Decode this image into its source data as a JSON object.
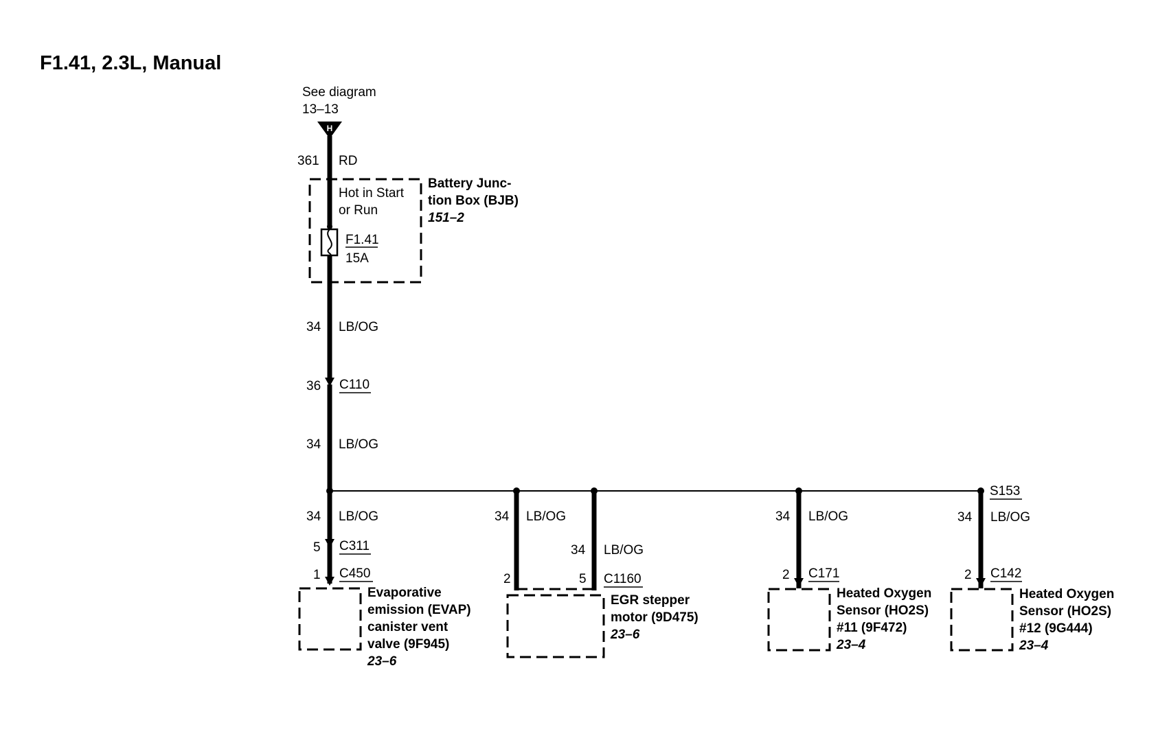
{
  "title": "F1.41, 2.3L, Manual",
  "source": {
    "ref_line1": "See diagram",
    "ref_line2": "13–13",
    "connector_letter": "H"
  },
  "feed_wire": {
    "circuit": "361",
    "color": "RD"
  },
  "bjb": {
    "name_line1": "Battery Junc-",
    "name_line2": "tion Box (BJB)",
    "page_ref": "151–2",
    "hot_line1": "Hot in Start",
    "hot_line2": "or Run",
    "fuse_id": "F1.41",
    "fuse_rating": "15A"
  },
  "main_wire_upper": {
    "circuit": "34",
    "color": "LB/OG"
  },
  "connector_c110": {
    "pin": "36",
    "name": "C110"
  },
  "main_wire_lower": {
    "circuit": "34",
    "color": "LB/OG"
  },
  "splice": {
    "name": "S153"
  },
  "branches": {
    "evap": {
      "circuit": "34",
      "color": "LB/OG",
      "c311_pin": "5",
      "c311_name": "C311",
      "pin": "1",
      "connector": "C450",
      "name_line1": "Evaporative",
      "name_line2": "emission (EVAP)",
      "name_line3": "canister vent",
      "name_line4": "valve (9F945)",
      "page_ref": "23–6"
    },
    "egr": {
      "circuit_a": "34",
      "color_a": "LB/OG",
      "circuit_b": "34",
      "color_b": "LB/OG",
      "pin_a": "2",
      "pin_b": "5",
      "connector": "C1160",
      "name_line1": "EGR stepper",
      "name_line2": "motor (9D475)",
      "page_ref": "23–6"
    },
    "ho2s11": {
      "circuit": "34",
      "color": "LB/OG",
      "pin": "2",
      "connector": "C171",
      "name_line1": "Heated Oxygen",
      "name_line2": "Sensor (HO2S)",
      "name_line3": "#11 (9F472)",
      "page_ref": "23–4"
    },
    "ho2s12": {
      "circuit": "34",
      "color": "LB/OG",
      "pin": "2",
      "connector": "C142",
      "name_line1": "Heated Oxygen",
      "name_line2": "Sensor (HO2S)",
      "name_line3": "#12 (9G444)",
      "page_ref": "23–4"
    }
  }
}
